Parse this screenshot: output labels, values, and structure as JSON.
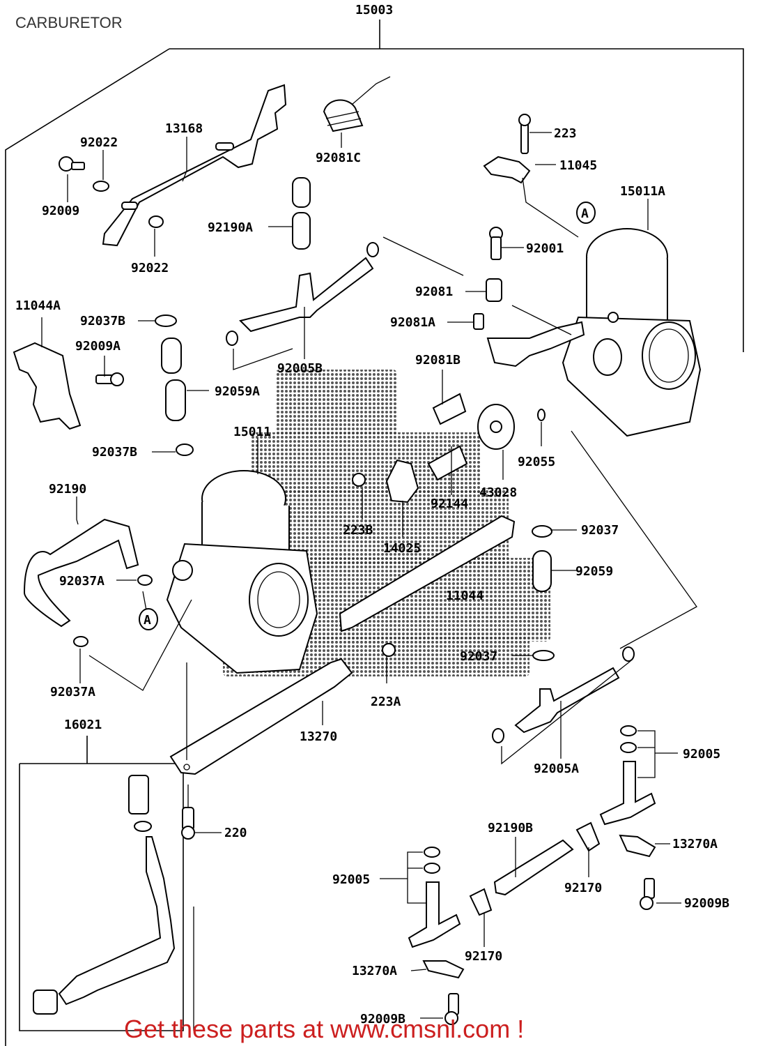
{
  "title": "CARBURETOR",
  "footer": "Get these parts at www.cmsnl.com !",
  "colors": {
    "footer": "#cc1f1f",
    "line": "#000000",
    "title": "#333333"
  },
  "parts": [
    "15003",
    "13168",
    "92022",
    "92009",
    "92022",
    "92081C",
    "92190A",
    "223",
    "11045",
    "15011A",
    "92001",
    "92081",
    "92081A",
    "11044A",
    "92037B",
    "92009A",
    "92005B",
    "92081B",
    "92059A",
    "92055",
    "15011",
    "92037B",
    "43028",
    "92190",
    "223B",
    "92144",
    "14025",
    "92037",
    "92037A",
    "92059",
    "11044",
    "92037",
    "223A",
    "92037A",
    "16021",
    "13270",
    "92005A",
    "92005",
    "220",
    "92190B",
    "13270A",
    "92005",
    "92170",
    "92009B",
    "92170",
    "13270A",
    "92009B"
  ],
  "callouts": [
    "A",
    "A"
  ]
}
